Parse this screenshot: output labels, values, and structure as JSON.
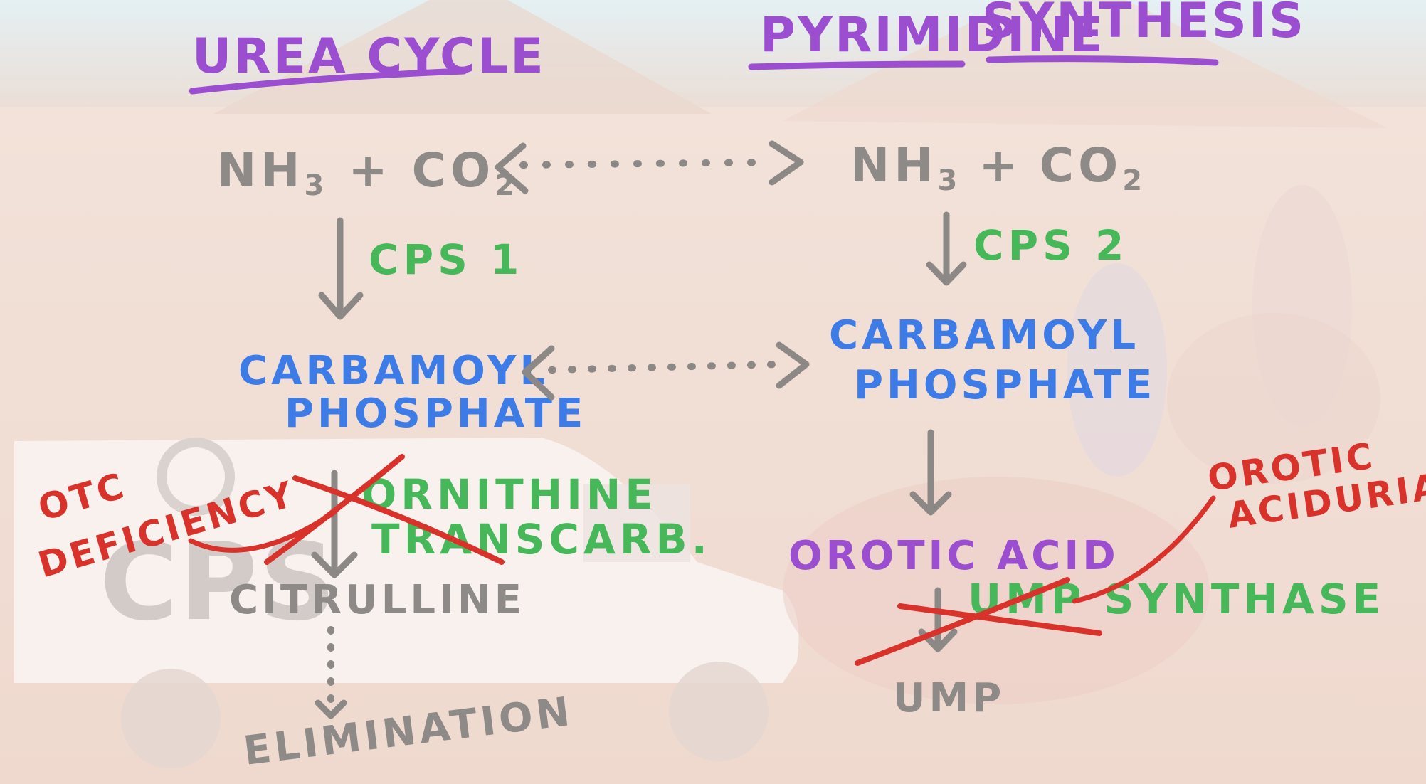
{
  "colors": {
    "gray": "#8d8a87",
    "blue": "#3d7ce6",
    "green": "#46b85a",
    "purple": "#9b4fd0",
    "red": "#d9322b",
    "arrow": "#8b8886"
  },
  "background": {
    "van_logo": "CPS"
  },
  "urea_cycle": {
    "title": "Urea Cycle",
    "reactant_nh3": "NH",
    "reactant_nh3_sub": "3",
    "plus": "+",
    "reactant_co2": "CO",
    "reactant_co2_sub": "2",
    "enzyme": "CPS 1",
    "intermediate_line1": "Carbamoyl",
    "intermediate_line2": "Phosphate",
    "enzyme2_line1": "Ornithine",
    "enzyme2_line2": "Transcarb.",
    "deficiency_line1": "OTC",
    "deficiency_line2": "Deficiency",
    "product": "Citrulline",
    "end": "Elimination"
  },
  "pyrimidine_synthesis": {
    "title_word1": "Pyrimidine",
    "title_word2": "Synthesis",
    "reactant_nh3": "NH",
    "reactant_nh3_sub": "3",
    "plus": "+",
    "reactant_co2": "CO",
    "reactant_co2_sub": "2",
    "enzyme": "CPS 2",
    "intermediate_line1": "Carbamoyl",
    "intermediate_line2": "Phosphate",
    "product": "Orotic Acid",
    "enzyme2": "UMP Synthase",
    "deficiency_line1": "Orotic",
    "deficiency_line2": "Aciduria",
    "end": "UMP"
  }
}
